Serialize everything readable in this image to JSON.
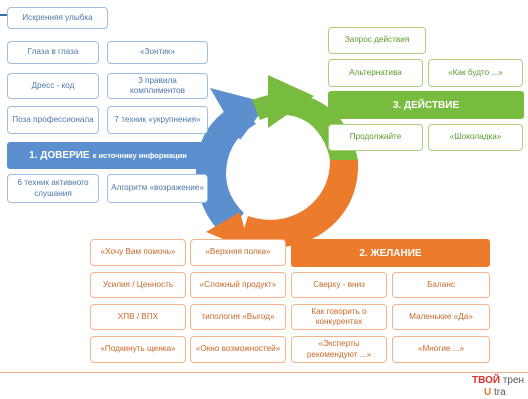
{
  "trust": {
    "title": "1. ДОВЕРИЕ",
    "subtitle": "к источнику информации",
    "items": [
      "Искренняя улыбка",
      "Глаза в глаза",
      "«Зонтик»",
      "Дресс - код",
      "3 правила комплиментов",
      "Поза профессионала",
      "7 техник «укрупнения»",
      "6 техник активного слушания",
      "Алгоритм «возражение»"
    ]
  },
  "action": {
    "title": "3. ДЕЙСТВИЕ",
    "items": [
      "Запрос действия",
      "Альтернатива",
      "«Как будто ...»",
      "Продолжайте",
      "«Шоколадка»"
    ]
  },
  "desire": {
    "title": "2. ЖЕЛАНИЕ",
    "items": [
      "«Хочу Вам помочь»",
      "«Верхняя полка»",
      "Усилия / Ценность",
      "«Сложный продукт»",
      "Сверху - вниз",
      "Баланс",
      "ХПВ / ВПХ",
      "типология «Выгод»",
      "Как говорить о конкурентах",
      "Маленькие «Да»",
      "«Подкинуть щенка»",
      "«Окно возможностей»",
      "«Эксперты рекомендуют ...»",
      "«Многие ...»"
    ]
  },
  "footer": {
    "brand_red": "ТВОЙ",
    "brand_rest": " трен",
    "brand2_u": "U",
    "brand2_rest": " tra"
  },
  "colors": {
    "blue": "#5b8fce",
    "green": "#78bc3f",
    "orange": "#ec7b2c"
  }
}
